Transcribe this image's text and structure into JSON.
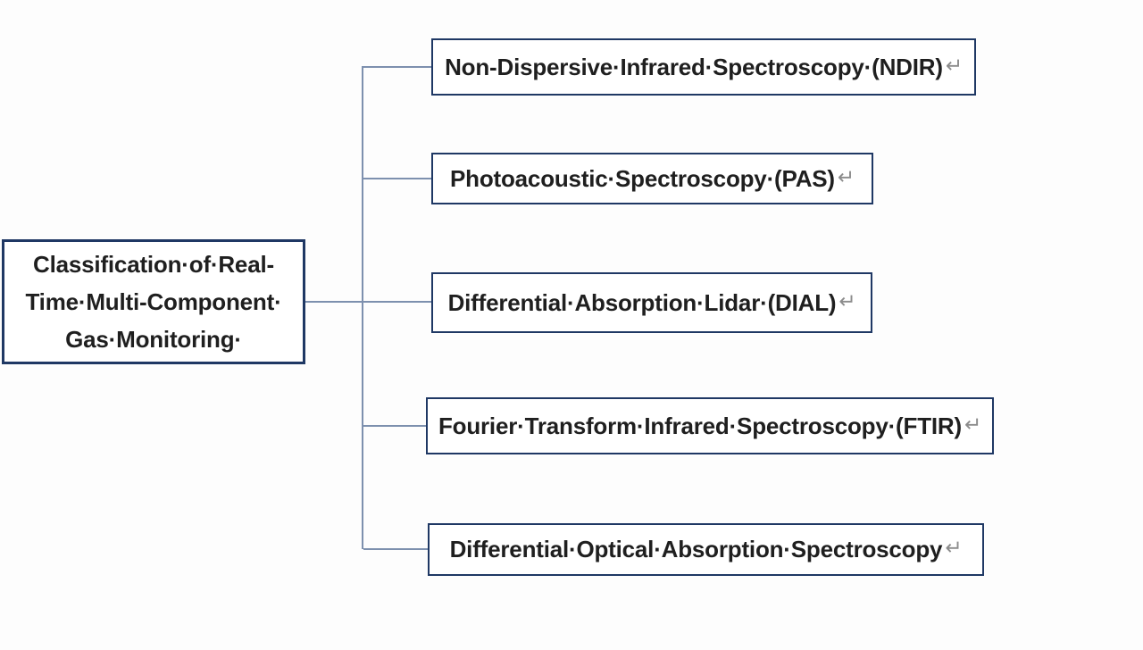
{
  "colors": {
    "background": "#fdfdfd",
    "box_border": "#1f3864",
    "box_fill": "#ffffff",
    "connector_line": "#7d90ae",
    "text": "#1f1f1f",
    "formatting_mark": "#8c8c8c"
  },
  "diagram": {
    "root": {
      "lines": [
        "Classification·of·Real-",
        "Time·Multi-Component·",
        "Gas·Monitoring·"
      ]
    },
    "nodes": [
      {
        "label": "Non-Dispersive·Infrared·Spectroscopy·(NDIR)",
        "mark": "↵"
      },
      {
        "label": "Photoacoustic·Spectroscopy·(PAS)",
        "mark": "↵"
      },
      {
        "label": "Differential·Absorption·Lidar·(DIAL)",
        "mark": "↵"
      },
      {
        "label": "Fourier·Transform·Infrared·Spectroscopy·(FTIR)",
        "mark": "↵"
      },
      {
        "label": "Differential·Optical·Absorption·Spectroscopy",
        "mark": "↵"
      }
    ]
  }
}
